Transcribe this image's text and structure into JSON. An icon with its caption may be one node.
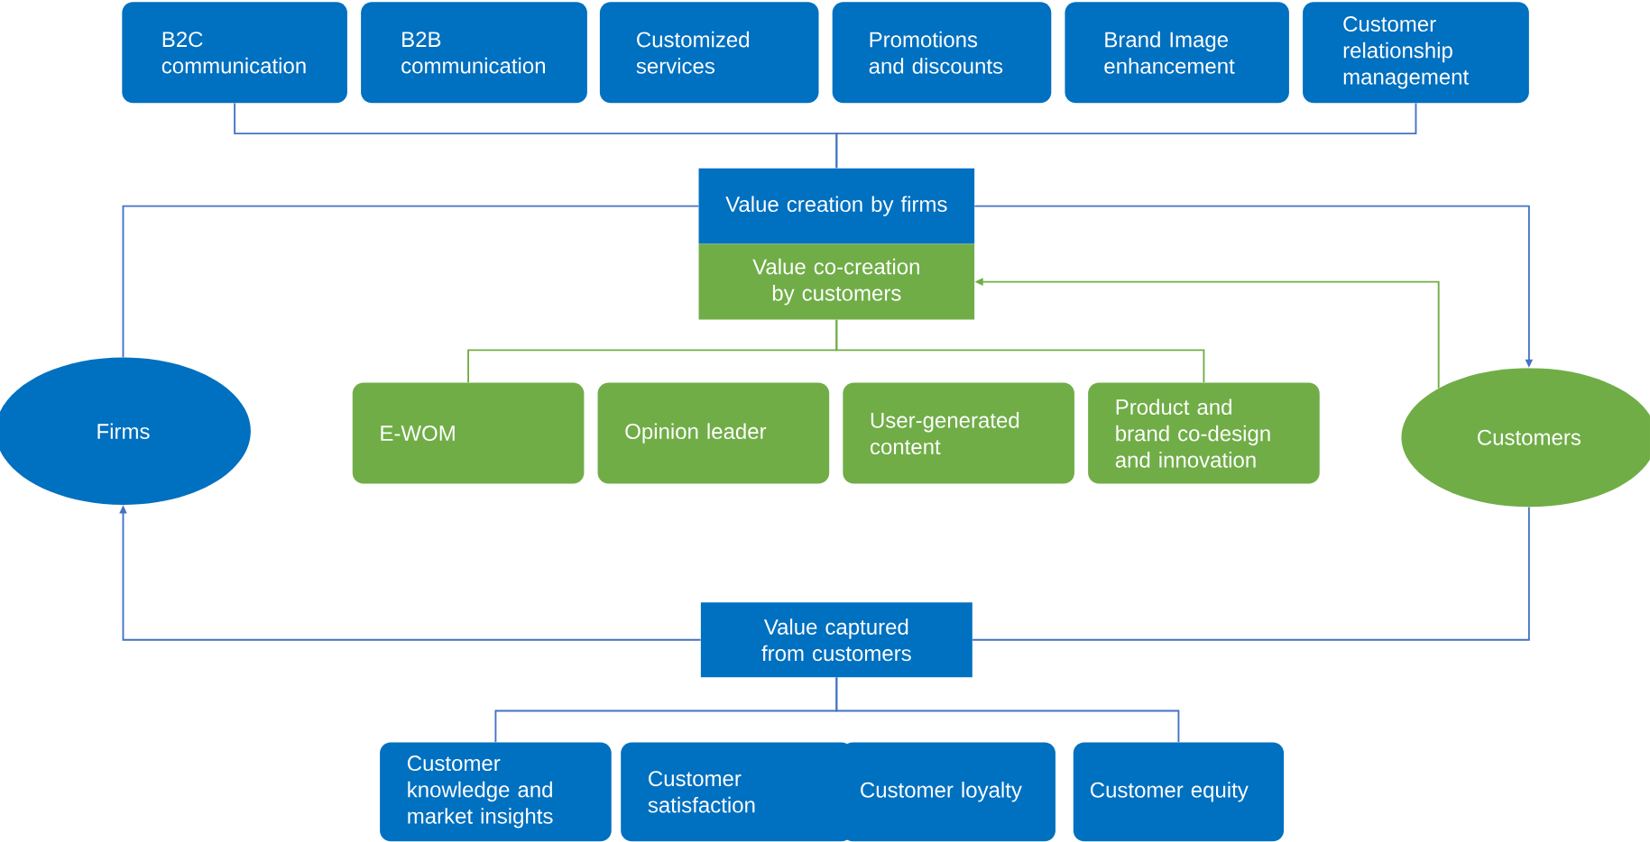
{
  "diagram": {
    "nodes": [
      {
        "text": [
          "B2C communication"
        ]
      },
      {
        "text": [
          "B2B communication"
        ]
      },
      {
        "text": [
          "Customized services"
        ]
      },
      {
        "text": [
          "Promotions and discounts"
        ]
      },
      {
        "text": [
          "Brand Image enhancement"
        ]
      },
      {
        "text": [
          "Customer relationship management"
        ]
      },
      {
        "text": [
          "Value creation by firms"
        ]
      },
      {
        "text": [
          "Value co-creation by customers"
        ]
      },
      {
        "text": [
          "Firms"
        ]
      },
      {
        "text": [
          "E-WOM"
        ]
      },
      {
        "text": [
          "Opinion leader"
        ]
      },
      {
        "text": [
          "User-generated content"
        ]
      },
      {
        "text": [
          "Product and brand co-design and innovation"
        ]
      },
      {
        "text": [
          "Customers"
        ]
      },
      {
        "text": [
          "Value captured from customers"
        ]
      },
      {
        "text": [
          "Customer knowledge and market insights"
        ]
      },
      {
        "text": [
          "Customer satisfaction"
        ]
      },
      {
        "text": [
          "Customer loyalty"
        ]
      },
      {
        "text": [
          "Customer equity"
        ]
      }
    ],
    "edges": [
      {
        "from": 0,
        "to": 6,
        "arrow": "none"
      },
      {
        "from": 5,
        "to": 6,
        "arrow": "none"
      },
      {
        "from": 8,
        "to": 6,
        "arrow": "none"
      },
      {
        "from": 6,
        "to": 13,
        "arrow": "to"
      },
      {
        "from": 13,
        "to": 7,
        "arrow": "to",
        "color": "#70ad47"
      },
      {
        "from": 7,
        "to": 9,
        "arrow": "none",
        "color": "#70ad47"
      },
      {
        "from": 7,
        "to": 12,
        "arrow": "none",
        "color": "#70ad47"
      },
      {
        "from": 13,
        "to": 14,
        "arrow": "none"
      },
      {
        "from": 14,
        "to": 8,
        "arrow": "to"
      },
      {
        "from": 14,
        "to": 15,
        "arrow": "none"
      },
      {
        "from": 14,
        "to": 18,
        "arrow": "none"
      }
    ]
  }
}
